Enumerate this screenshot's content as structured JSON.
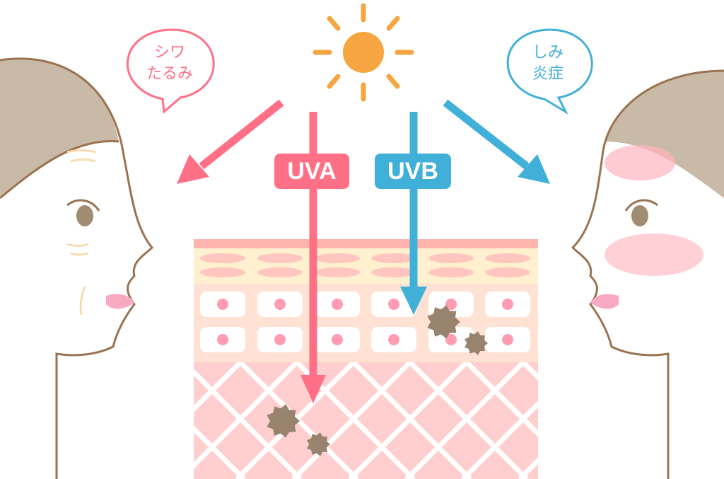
{
  "left_bubble": {
    "line1": "シワ",
    "line2": "たるみ"
  },
  "right_bubble": {
    "line1": "しみ",
    "line2": "炎症"
  },
  "uva": {
    "label": "UVA",
    "color": "#ff6f86"
  },
  "uvb": {
    "label": "UVB",
    "color": "#41b0d8"
  },
  "colors": {
    "sun": "#f7a541",
    "hair": "#c9b9a7",
    "outline": "#9a7350",
    "spot": "#98836f"
  }
}
